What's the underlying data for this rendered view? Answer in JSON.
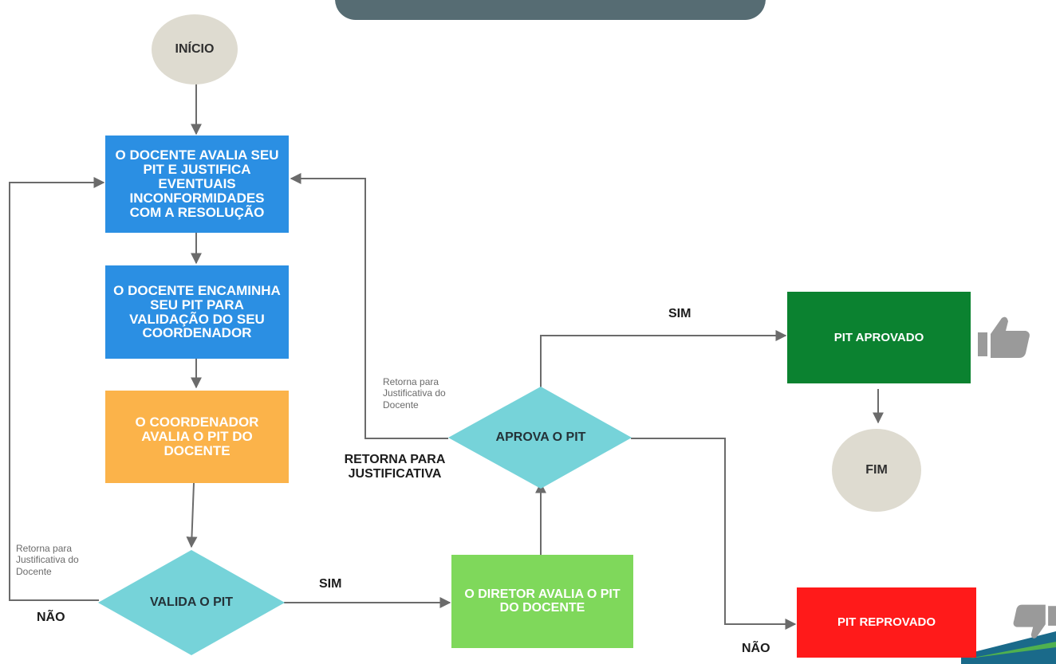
{
  "colors": {
    "circle": "#dedbd0",
    "blue": "#2b8fe3",
    "orange": "#fbb34a",
    "diamond": "#76d3d9",
    "light_green": "#7fd85b",
    "dark_green": "#0b8230",
    "red": "#ff1a1a",
    "header_bar": "#566c73",
    "line": "#6b6b6b"
  },
  "nodes": {
    "start": "INÍCIO",
    "step1": "O DOCENTE AVALIA SEU PIT E JUSTIFICA EVENTUAIS INCONFORMIDADES COM A RESOLUÇÃO",
    "step2": "O DOCENTE ENCAMINHA SEU PIT PARA VALIDAÇÃO DO SEU COORDENADOR",
    "step3": "O COORDENADOR AVALIA O PIT DO DOCENTE",
    "decision1": "VALIDA O PIT",
    "step4": "O DIRETOR AVALIA O PIT DO DOCENTE",
    "decision2": "APROVA O PIT",
    "approved": "PIT APROVADO",
    "rejected": "PIT REPROVADO",
    "end": "FIM"
  },
  "labels": {
    "yes1": "SIM",
    "no1": "NÃO",
    "yes2": "SIM",
    "no2": "NÃO",
    "return_justification": "RETORNA PARA JUSTIFICATIVA",
    "note_left": "Retorna para Justificativa do Docente",
    "note_middle": "Retorna para Justificativa do Docente"
  },
  "icons": {
    "approved": "thumbs-up-icon",
    "rejected": "thumbs-down-icon"
  }
}
